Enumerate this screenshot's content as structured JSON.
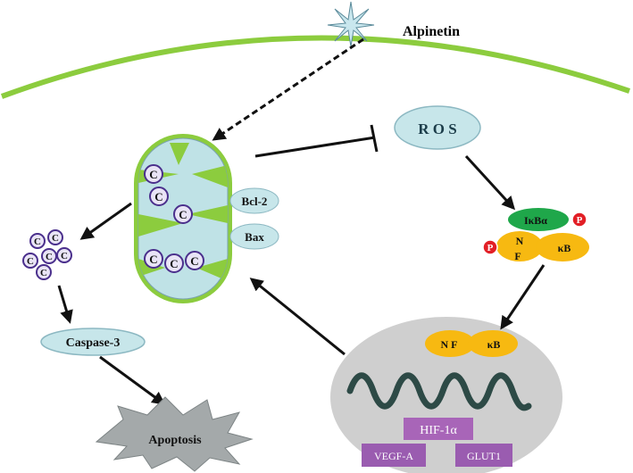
{
  "labels": {
    "alpinetin": "Alpinetin",
    "ros": "R O S",
    "bcl2": "Bcl-2",
    "bax": "Bax",
    "caspase3": "Caspase-3",
    "apoptosis": "Apoptosis",
    "ikba": "IκBα",
    "phospho": "P",
    "cyto_c": "C",
    "nf_n": "N",
    "nf_f": "F",
    "kb": "κB",
    "nf": "N F",
    "hif1a": "HIF-1α",
    "vegfa": "VEGF-A",
    "glut1": "GLUT1"
  },
  "colors": {
    "membrane": "#8ccc3e",
    "mito_outer": "#8ccc3e",
    "mito_inner": "#bfe2e6",
    "ros_fill": "#c7e6ea",
    "ikba_fill": "#1fa74a",
    "nfkb_fill": "#f7b911",
    "phospho_fill": "#e21f26",
    "nucleus_fill": "#cfcfcf",
    "dna": "#2d4a46",
    "hif_fill": "#a865b8",
    "vegf_fill": "#9a5cb0",
    "apoptosis_fill": "#a4a9aa",
    "arrow": "#111111"
  }
}
